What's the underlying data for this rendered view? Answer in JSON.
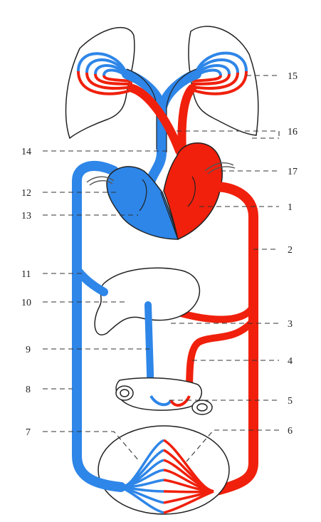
{
  "diagram": {
    "labels": {
      "l1": "1",
      "l2": "2",
      "l3": "3",
      "l4": "4",
      "l5": "5",
      "l6": "6",
      "l7": "7",
      "l8": "8",
      "l9": "9",
      "l10": "10",
      "l11": "11",
      "l12": "12",
      "l13": "13",
      "l14": "14",
      "l15": "15",
      "l16": "16",
      "l17": "17"
    },
    "colors": {
      "arterial": "#f0200c",
      "venous": "#2e86e8",
      "outline": "#222222",
      "background": "#ffffff"
    }
  }
}
